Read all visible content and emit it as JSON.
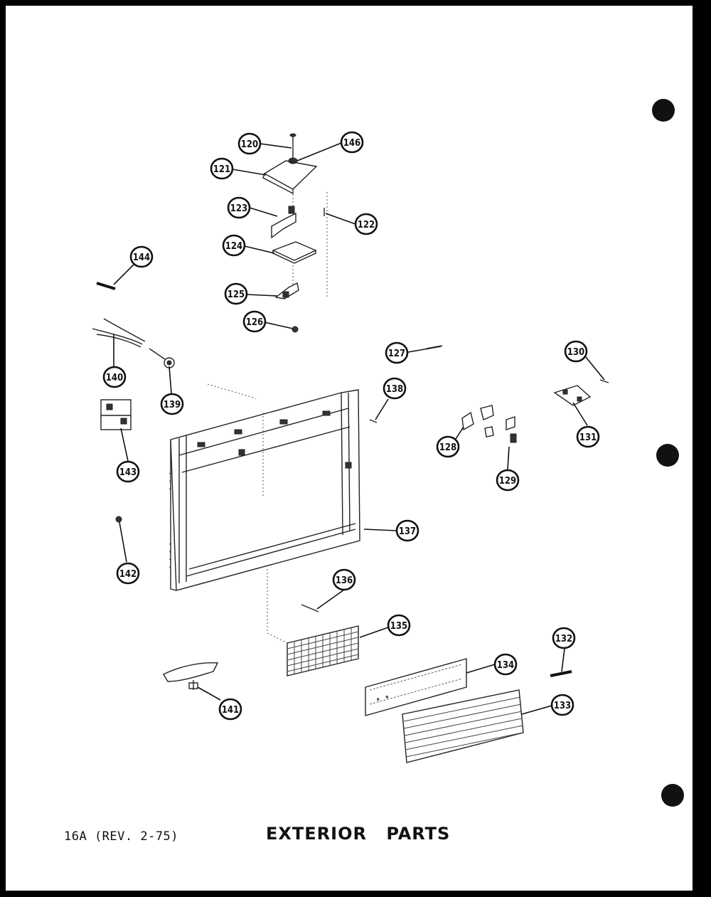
{
  "footer": {
    "page_code": "16A (REV. 2-75)",
    "title": "EXTERIOR PARTS"
  },
  "callouts": {
    "c120": "120",
    "c121": "121",
    "c122": "122",
    "c123": "123",
    "c124": "124",
    "c125": "125",
    "c126": "126",
    "c127": "127",
    "c128": "128",
    "c129": "129",
    "c130": "130",
    "c131": "131",
    "c132": "132",
    "c133": "133",
    "c134": "134",
    "c135": "135",
    "c136": "136",
    "c137": "137",
    "c138": "138",
    "c139": "139",
    "c140": "140",
    "c141": "141",
    "c142": "142",
    "c143": "143",
    "c144": "144",
    "c146": "146"
  },
  "colors": {
    "paper": "#ffffff",
    "ink": "#111111",
    "border": "#000000"
  }
}
